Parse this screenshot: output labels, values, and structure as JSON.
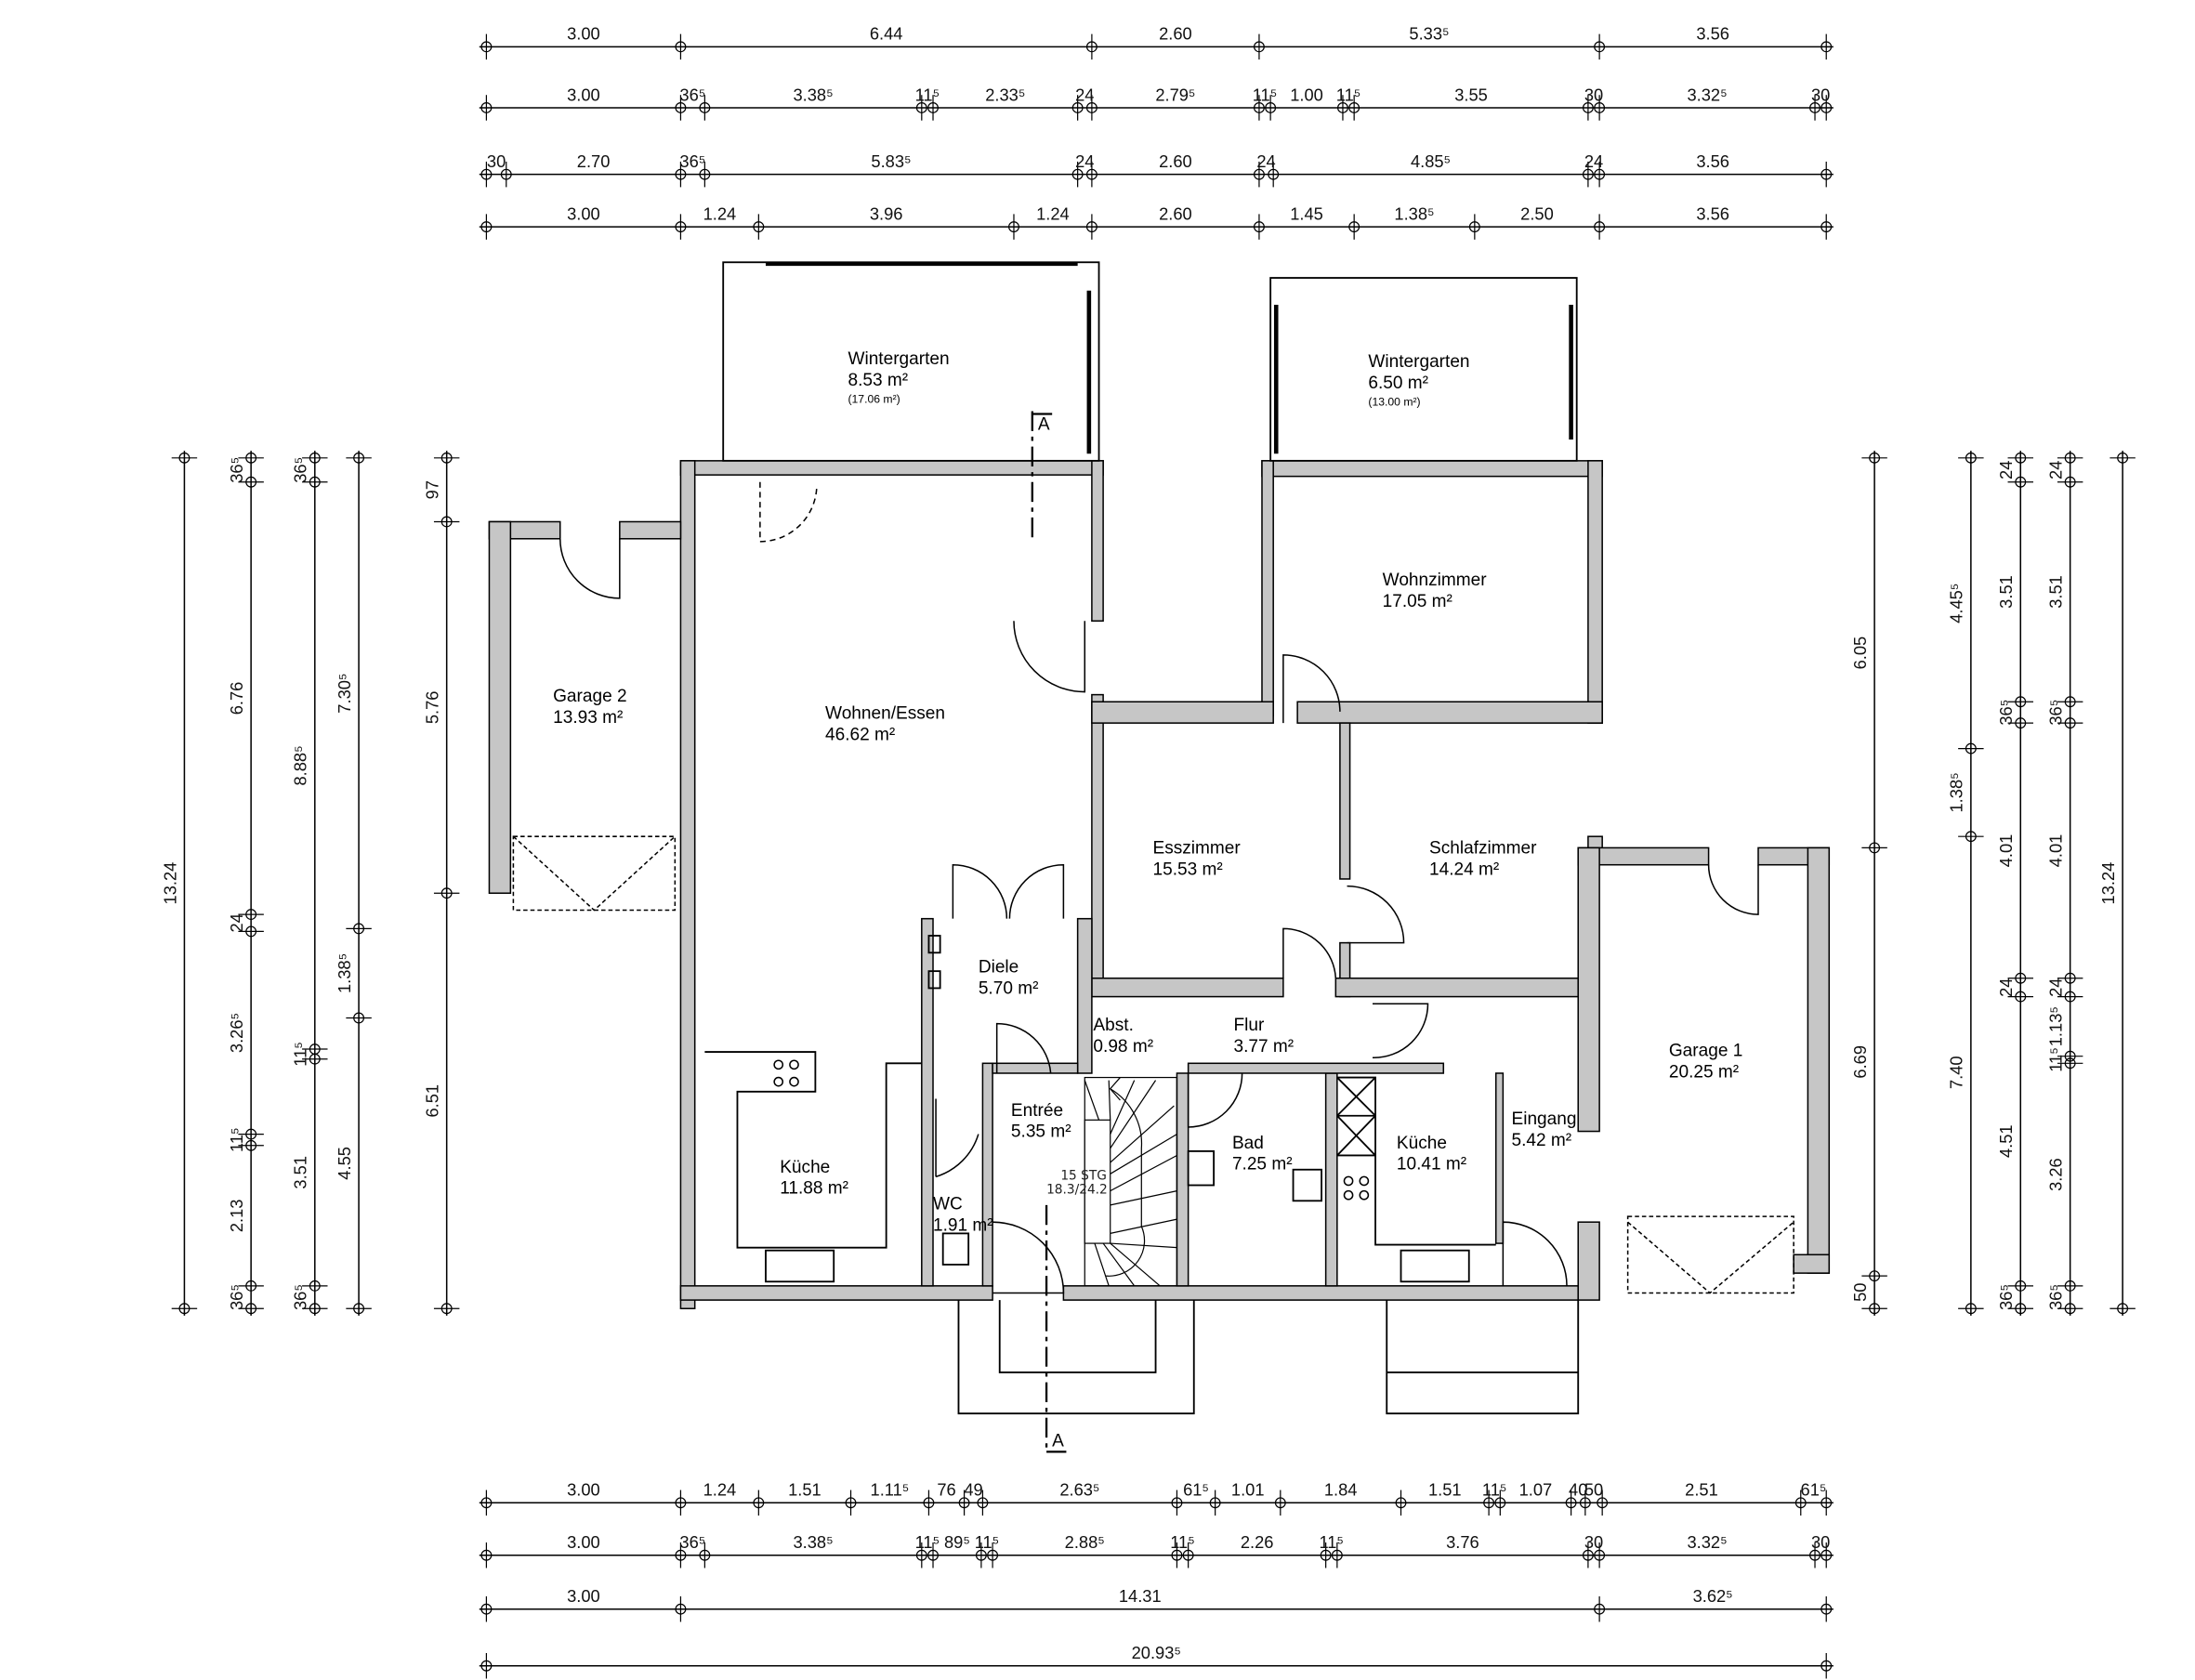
{
  "dimensions": {
    "top": [
      [
        "3.00",
        "6.44",
        "2.60",
        "5.33⁵",
        "3.56"
      ],
      [
        "3.00",
        "36⁵",
        "3.38⁵",
        "11⁵",
        "2.33⁵",
        "24",
        "2.79⁵",
        "11⁵",
        "1.00",
        "11⁵",
        "3.55",
        "30",
        "3.32⁵",
        "30"
      ],
      [
        "30",
        "2.70",
        "36⁵",
        "5.83⁵",
        "24",
        "2.60",
        "24",
        "4.85⁵",
        "24",
        "3.56"
      ],
      [
        "3.00",
        "1.24",
        "3.96",
        "1.24",
        "2.60",
        "1.45",
        "1.38⁵",
        "2.50",
        "3.56"
      ]
    ],
    "bottom": [
      [
        "3.00",
        "1.24",
        "1.51",
        "1.11⁵",
        "76",
        "49",
        "2.63⁵",
        "61⁵",
        "1.01",
        "1.84",
        "1.51",
        "11⁵",
        "1.07",
        "40",
        "50",
        "2.51",
        "61⁵"
      ],
      [
        "3.00",
        "36⁵",
        "3.38⁵",
        "11⁵",
        "89⁵",
        "11⁵",
        "2.88⁵",
        "11⁵",
        "2.26",
        "11⁵",
        "3.76",
        "30",
        "3.32⁵",
        "30"
      ],
      [
        "3.00",
        "14.31",
        "3.62⁵"
      ],
      [
        "20.93⁵"
      ]
    ],
    "left": [
      [
        "13.24"
      ],
      [
        "36⁵",
        "6.76",
        "24",
        "3.26⁵",
        "11⁵",
        "2.13",
        "36⁵"
      ],
      [
        "36⁵",
        "8.88⁵",
        "11⁵",
        "3.51",
        "36⁵"
      ],
      [
        "7.30⁵",
        "1.38⁵",
        "4.55"
      ],
      [
        "97",
        "5.76",
        "6.51"
      ]
    ],
    "right": [
      [
        "6.05",
        "6.69",
        "50"
      ],
      [
        "4.45⁵",
        "1.38⁵",
        "7.40"
      ],
      [
        "24",
        "3.51",
        "36⁵",
        "4.01",
        "24",
        "4.51",
        "36⁵"
      ],
      [
        "24",
        "3.51",
        "36⁵",
        "4.01",
        "24",
        "1.13⁵",
        "11⁵",
        "3.26",
        "36⁵"
      ],
      [
        "13.24"
      ]
    ]
  },
  "rooms": [
    {
      "name": "Wintergarten",
      "area": "8.53 m²",
      "extra": "(17.06 m²)"
    },
    {
      "name": "Wintergarten",
      "area": "6.50 m²",
      "extra": "(13.00 m²)"
    },
    {
      "name": "Garage 2",
      "area": "13.93 m²"
    },
    {
      "name": "Wohnen/Essen",
      "area": "46.62 m²"
    },
    {
      "name": "Wohnzimmer",
      "area": "17.05 m²"
    },
    {
      "name": "Esszimmer",
      "area": "15.53 m²"
    },
    {
      "name": "Schlafzimmer",
      "area": "14.24 m²"
    },
    {
      "name": "Diele",
      "area": "5.70 m²"
    },
    {
      "name": "Abst.",
      "area": "0.98 m²"
    },
    {
      "name": "Flur",
      "area": "3.77 m²"
    },
    {
      "name": "Garage 1",
      "area": "20.25 m²"
    },
    {
      "name": "Eingang",
      "area": "5.42 m²"
    },
    {
      "name": "Entrée",
      "area": "5.35 m²"
    },
    {
      "name": "Bad",
      "area": "7.25 m²"
    },
    {
      "name": "Küche",
      "area": "10.41 m²"
    },
    {
      "name": "Küche",
      "area": "11.88 m²"
    },
    {
      "name": "WC",
      "area": "1.91 m²"
    }
  ],
  "stair": {
    "steps": "15 STG",
    "ratio": "18.3/24.2"
  },
  "section": {
    "top": "A",
    "bottom": "A"
  }
}
